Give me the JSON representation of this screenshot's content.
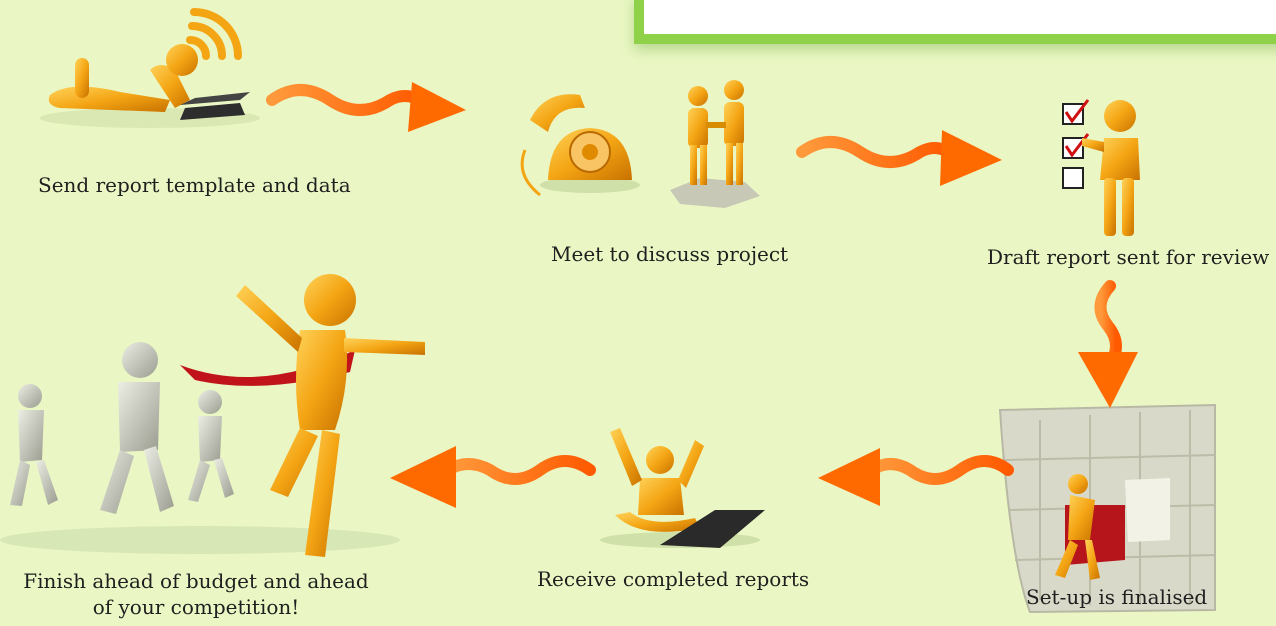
{
  "steps": [
    {
      "id": "send",
      "label": "Send report template and data"
    },
    {
      "id": "meet",
      "label": "Meet to discuss project"
    },
    {
      "id": "draft",
      "label": "Draft report sent for review"
    },
    {
      "id": "setup",
      "label": "Set-up is finalised"
    },
    {
      "id": "receive",
      "label": "Receive completed reports"
    },
    {
      "id": "finish",
      "label_line1": "Finish ahead of budget and ahead",
      "label_line2": "of your competition!"
    }
  ],
  "colors": {
    "background": "#eaf7c4",
    "figure": "#f2a412",
    "arrow": "#ff6a00",
    "ribbon": "#c0141a",
    "puzzle": "#d8d8c8",
    "grey_figure": "#c9cbbf"
  },
  "icons": [
    "laptop-person-icon",
    "wifi-icon",
    "telephone-icon",
    "handshake-icon",
    "checklist-icon",
    "puzzle-icon",
    "celebrate-person-icon",
    "runners-icon"
  ]
}
